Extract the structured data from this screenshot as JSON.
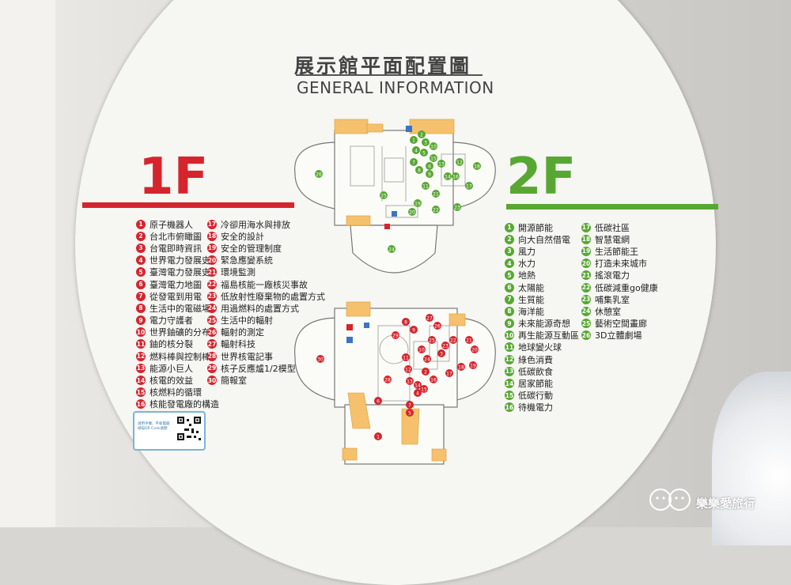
{
  "title_cn": "展示館平面配置圖",
  "title_en": "GENERAL INFORMATION",
  "floor_1f": {
    "label": "1F",
    "color": "#d6242c",
    "items": [
      {
        "n": "1",
        "t": "原子機器人"
      },
      {
        "n": "2",
        "t": "台北市俯瞰圖"
      },
      {
        "n": "3",
        "t": "台電即時資訊"
      },
      {
        "n": "4",
        "t": "世界電力發展史"
      },
      {
        "n": "5",
        "t": "臺灣電力發展史"
      },
      {
        "n": "6",
        "t": "臺灣電力地圖"
      },
      {
        "n": "7",
        "t": "從發電到用電"
      },
      {
        "n": "8",
        "t": "生活中的電磁場"
      },
      {
        "n": "9",
        "t": "電力守護者"
      },
      {
        "n": "10",
        "t": "世界鈾礦的分布"
      },
      {
        "n": "11",
        "t": "鈾的核分裂"
      },
      {
        "n": "12",
        "t": "燃料棒與控制棒"
      },
      {
        "n": "13",
        "t": "能源小巨人"
      },
      {
        "n": "14",
        "t": "核電的效益"
      },
      {
        "n": "15",
        "t": "核燃料的循環"
      },
      {
        "n": "16",
        "t": "核能發電廠的構造"
      },
      {
        "n": "17",
        "t": "冷卻用海水與排放"
      },
      {
        "n": "18",
        "t": "安全的設計"
      },
      {
        "n": "19",
        "t": "安全的管理制度"
      },
      {
        "n": "20",
        "t": "緊急應變系統"
      },
      {
        "n": "21",
        "t": "環境監測"
      },
      {
        "n": "22",
        "t": "福島核能一廠核災事故"
      },
      {
        "n": "23",
        "t": "低放射性廢棄物的處置方式"
      },
      {
        "n": "24",
        "t": "用過燃料的處置方式"
      },
      {
        "n": "25",
        "t": "生活中的輻射"
      },
      {
        "n": "26",
        "t": "輻射的測定"
      },
      {
        "n": "27",
        "t": "輻射科技"
      },
      {
        "n": "28",
        "t": "世界核電記事"
      },
      {
        "n": "29",
        "t": "核子反應爐1/2模型"
      },
      {
        "n": "30",
        "t": "簡報室"
      }
    ]
  },
  "floor_2f": {
    "label": "2F",
    "color": "#58a733",
    "items": [
      {
        "n": "1",
        "t": "開源節能"
      },
      {
        "n": "2",
        "t": "向大自然借電"
      },
      {
        "n": "3",
        "t": "風力"
      },
      {
        "n": "4",
        "t": "水力"
      },
      {
        "n": "5",
        "t": "地熱"
      },
      {
        "n": "6",
        "t": "太陽能"
      },
      {
        "n": "7",
        "t": "生質能"
      },
      {
        "n": "8",
        "t": "海洋能"
      },
      {
        "n": "9",
        "t": "未來能源奇想"
      },
      {
        "n": "10",
        "t": "再生能源互動區"
      },
      {
        "n": "11",
        "t": "地球變火球"
      },
      {
        "n": "12",
        "t": "綠色消費"
      },
      {
        "n": "13",
        "t": "低碳飲食"
      },
      {
        "n": "14",
        "t": "居家節能"
      },
      {
        "n": "15",
        "t": "低碳行動"
      },
      {
        "n": "16",
        "t": "待機電力"
      },
      {
        "n": "17",
        "t": "低碳社區"
      },
      {
        "n": "18",
        "t": "智慧電網"
      },
      {
        "n": "19",
        "t": "生活節能王"
      },
      {
        "n": "20",
        "t": "打造未來城市"
      },
      {
        "n": "21",
        "t": "搖滾電力"
      },
      {
        "n": "22",
        "t": "低碳減重go健康"
      },
      {
        "n": "23",
        "t": "哺集乳室"
      },
      {
        "n": "24",
        "t": "休憩室"
      },
      {
        "n": "25",
        "t": "藝術空間畫廊"
      },
      {
        "n": "26",
        "t": "3D立體劇場"
      }
    ]
  },
  "qr": {
    "text": "請用手機、平板電腦掃描QR Code收聽"
  },
  "map_markers_2f": [
    "26",
    "25",
    "24",
    "23",
    "22",
    "21",
    "20",
    "19",
    "18",
    "17",
    "16",
    "15",
    "14",
    "13",
    "12",
    "11",
    "10",
    "9",
    "8",
    "7",
    "6",
    "5",
    "4",
    "3",
    "2",
    "1"
  ],
  "map_markers_1f": [
    "30",
    "29",
    "28",
    "27",
    "26",
    "25",
    "24",
    "23",
    "22",
    "21",
    "20",
    "19",
    "18",
    "17",
    "16",
    "15",
    "14",
    "13",
    "12",
    "11",
    "10",
    "9",
    "8",
    "7",
    "6",
    "5",
    "4",
    "3",
    "2",
    "1"
  ],
  "watermark": "樂樂愛旅行",
  "icons": [
    "restroom-icon",
    "accessible-icon",
    "elevator-icon"
  ]
}
